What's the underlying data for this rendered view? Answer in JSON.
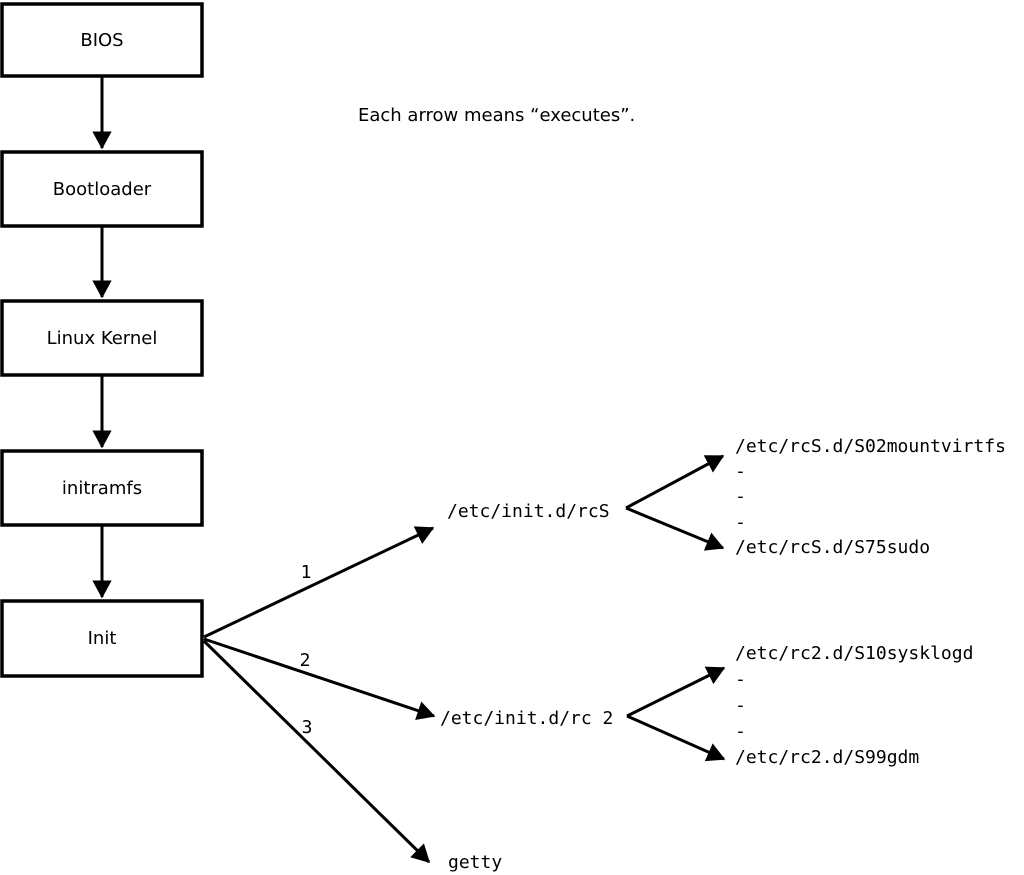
{
  "note": "Each arrow means “executes”.",
  "colors": {
    "line": "#000000",
    "box_fill": "#ffffff",
    "background": "#ffffff",
    "text": "#000000"
  },
  "boot_chain": {
    "boxes": [
      {
        "label": "BIOS"
      },
      {
        "label": "Bootloader"
      },
      {
        "label": "Linux Kernel"
      },
      {
        "label": "initramfs"
      },
      {
        "label": "Init"
      }
    ],
    "arrow_meaning": "executes"
  },
  "init_branches": [
    {
      "order": "1",
      "target": "/etc/init.d/rcS"
    },
    {
      "order": "2",
      "target": "/etc/init.d/rc 2"
    },
    {
      "order": "3",
      "target": "getty"
    }
  ],
  "rcS_listing": {
    "lines": [
      "/etc/rcS.d/S02mountvirtfs",
      "-",
      "-",
      "-",
      "/etc/rcS.d/S75sudo"
    ]
  },
  "rc2_listing": {
    "lines": [
      "/etc/rc2.d/S10sysklogd",
      "-",
      "-",
      "-",
      "/etc/rc2.d/S99gdm"
    ]
  }
}
